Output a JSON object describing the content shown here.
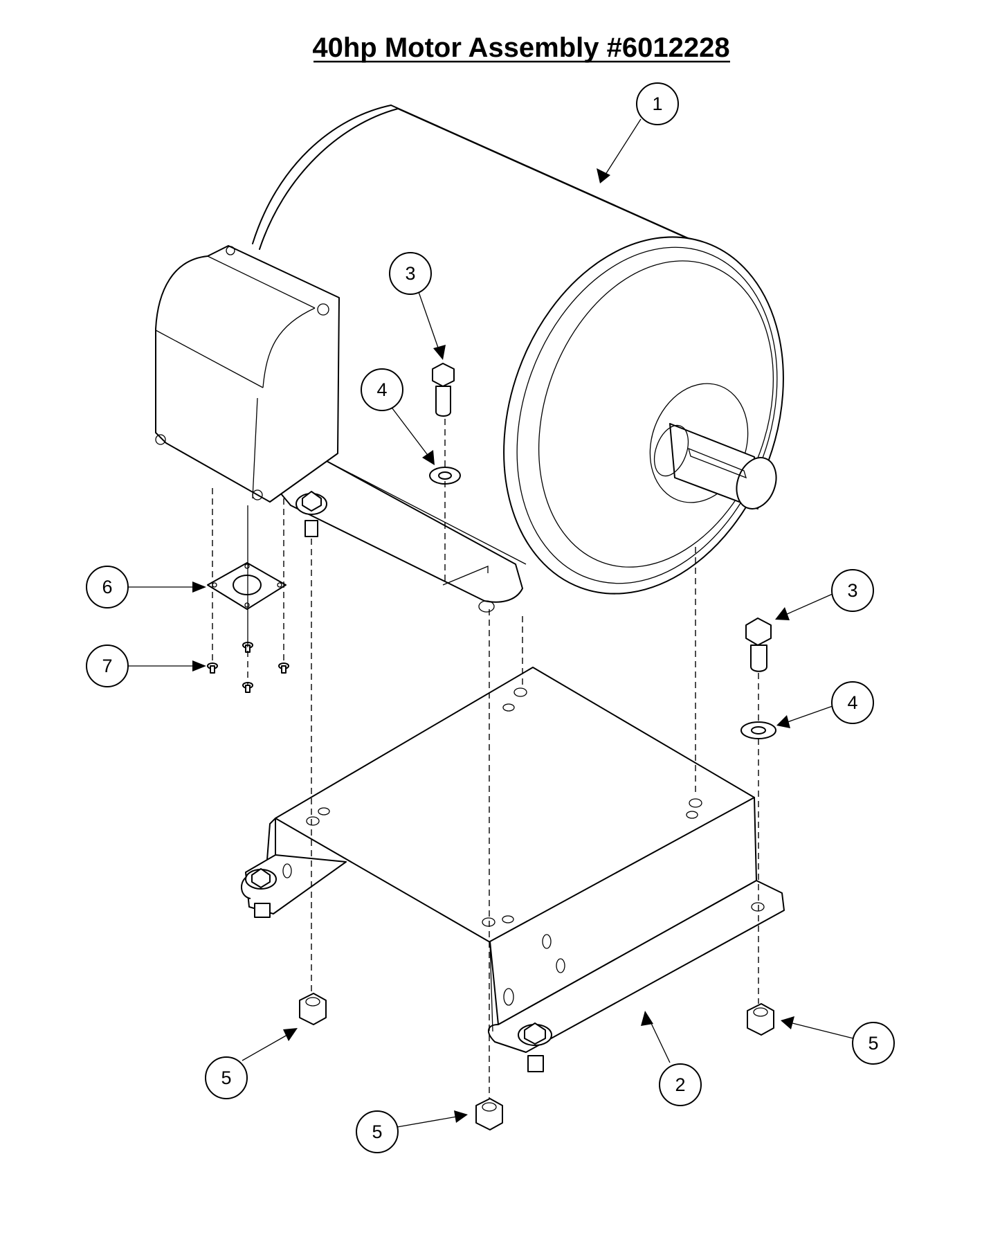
{
  "title": "40hp Motor Assembly #6012228",
  "callouts": [
    {
      "label": "1",
      "part": "motor"
    },
    {
      "label": "2",
      "part": "motor-base"
    },
    {
      "label": "3",
      "part": "hex-bolt"
    },
    {
      "label": "3",
      "part": "hex-bolt"
    },
    {
      "label": "4",
      "part": "flat-washer"
    },
    {
      "label": "4",
      "part": "flat-washer"
    },
    {
      "label": "5",
      "part": "hex-nut"
    },
    {
      "label": "5",
      "part": "hex-nut"
    },
    {
      "label": "5",
      "part": "hex-nut"
    },
    {
      "label": "6",
      "part": "gasket-plate"
    },
    {
      "label": "7",
      "part": "screw"
    }
  ]
}
